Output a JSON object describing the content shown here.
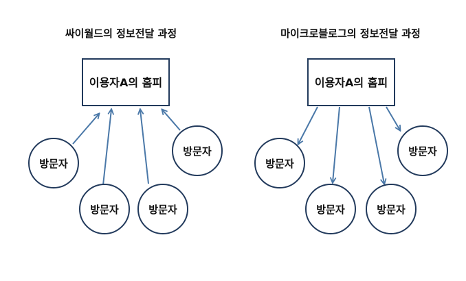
{
  "colors": {
    "shape_stroke": "#223a5c",
    "arrow": "#4a78a8",
    "text": "#111111",
    "background": "#ffffff"
  },
  "left": {
    "title": "싸이월드의 정보전달 과정",
    "homepage_label": "이용자A의 홈피",
    "arrow_direction": "visitor-to-homepage",
    "visitors": [
      {
        "label": "방문자"
      },
      {
        "label": "방문자"
      },
      {
        "label": "방문자"
      },
      {
        "label": "방문자"
      }
    ]
  },
  "right": {
    "title": "마이크로블로그의 정보전달 과정",
    "homepage_label": "이용자A의 홈피",
    "arrow_direction": "homepage-to-visitor",
    "visitors": [
      {
        "label": "방문자"
      },
      {
        "label": "방문자"
      },
      {
        "label": "방문자"
      },
      {
        "label": "방문자"
      }
    ]
  }
}
